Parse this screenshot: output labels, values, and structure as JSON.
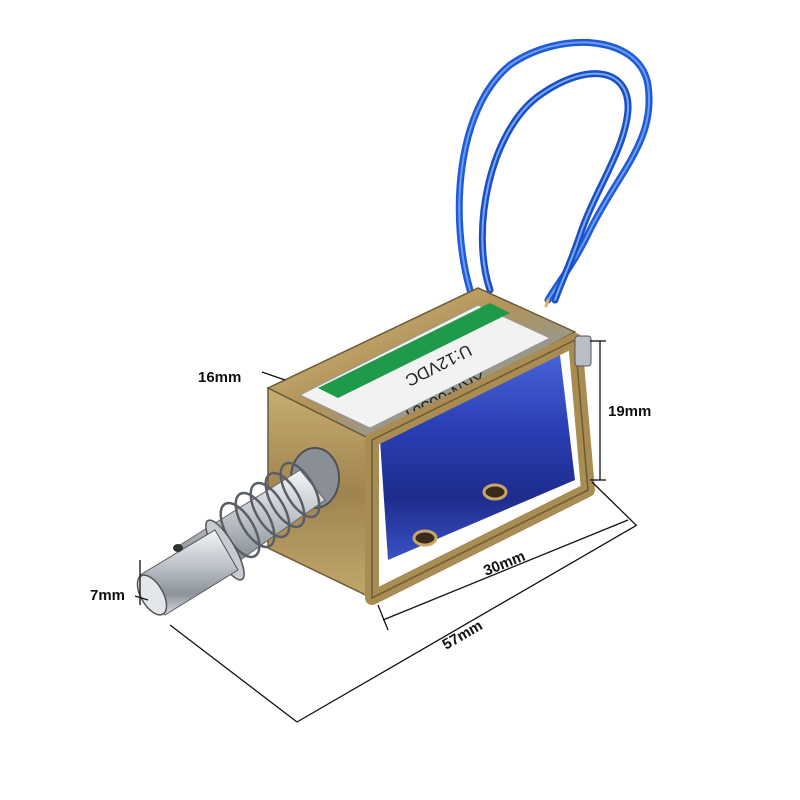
{
  "label": {
    "voltage": "U:12VDC",
    "model": "XRN-0630T",
    "stripe_color": "#1f9a4a",
    "label_bg": "#f2f2f2"
  },
  "dimensions": {
    "width": "16mm",
    "height": "19mm",
    "body_length": "30mm",
    "total_length": "57mm",
    "plunger_diameter": "7mm"
  },
  "colors": {
    "wire": "#1e5cd6",
    "coil": "#2a3fb8",
    "frame": "#b89a58",
    "plunger": "#c8ccd2"
  }
}
